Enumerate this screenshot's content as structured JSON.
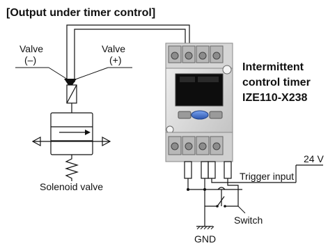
{
  "title": "[Output under timer control]",
  "valve_neg_label": [
    "Valve",
    "(–)"
  ],
  "valve_pos_label": [
    "Valve",
    "(+)"
  ],
  "timer_label": [
    "Intermittent",
    "control timer",
    "IZE110-X238"
  ],
  "voltage_label": "24 V",
  "trigger_label": "Trigger input",
  "switch_label": "Switch",
  "gnd_label": "GND",
  "solenoid_label": "Solenoid valve",
  "colors": {
    "wire": "#111111",
    "device_body": "#e2e2e2",
    "device_shadow": "#9a9a9a",
    "display": "#0d0d0d",
    "button_blue": "#3f6fd0"
  }
}
